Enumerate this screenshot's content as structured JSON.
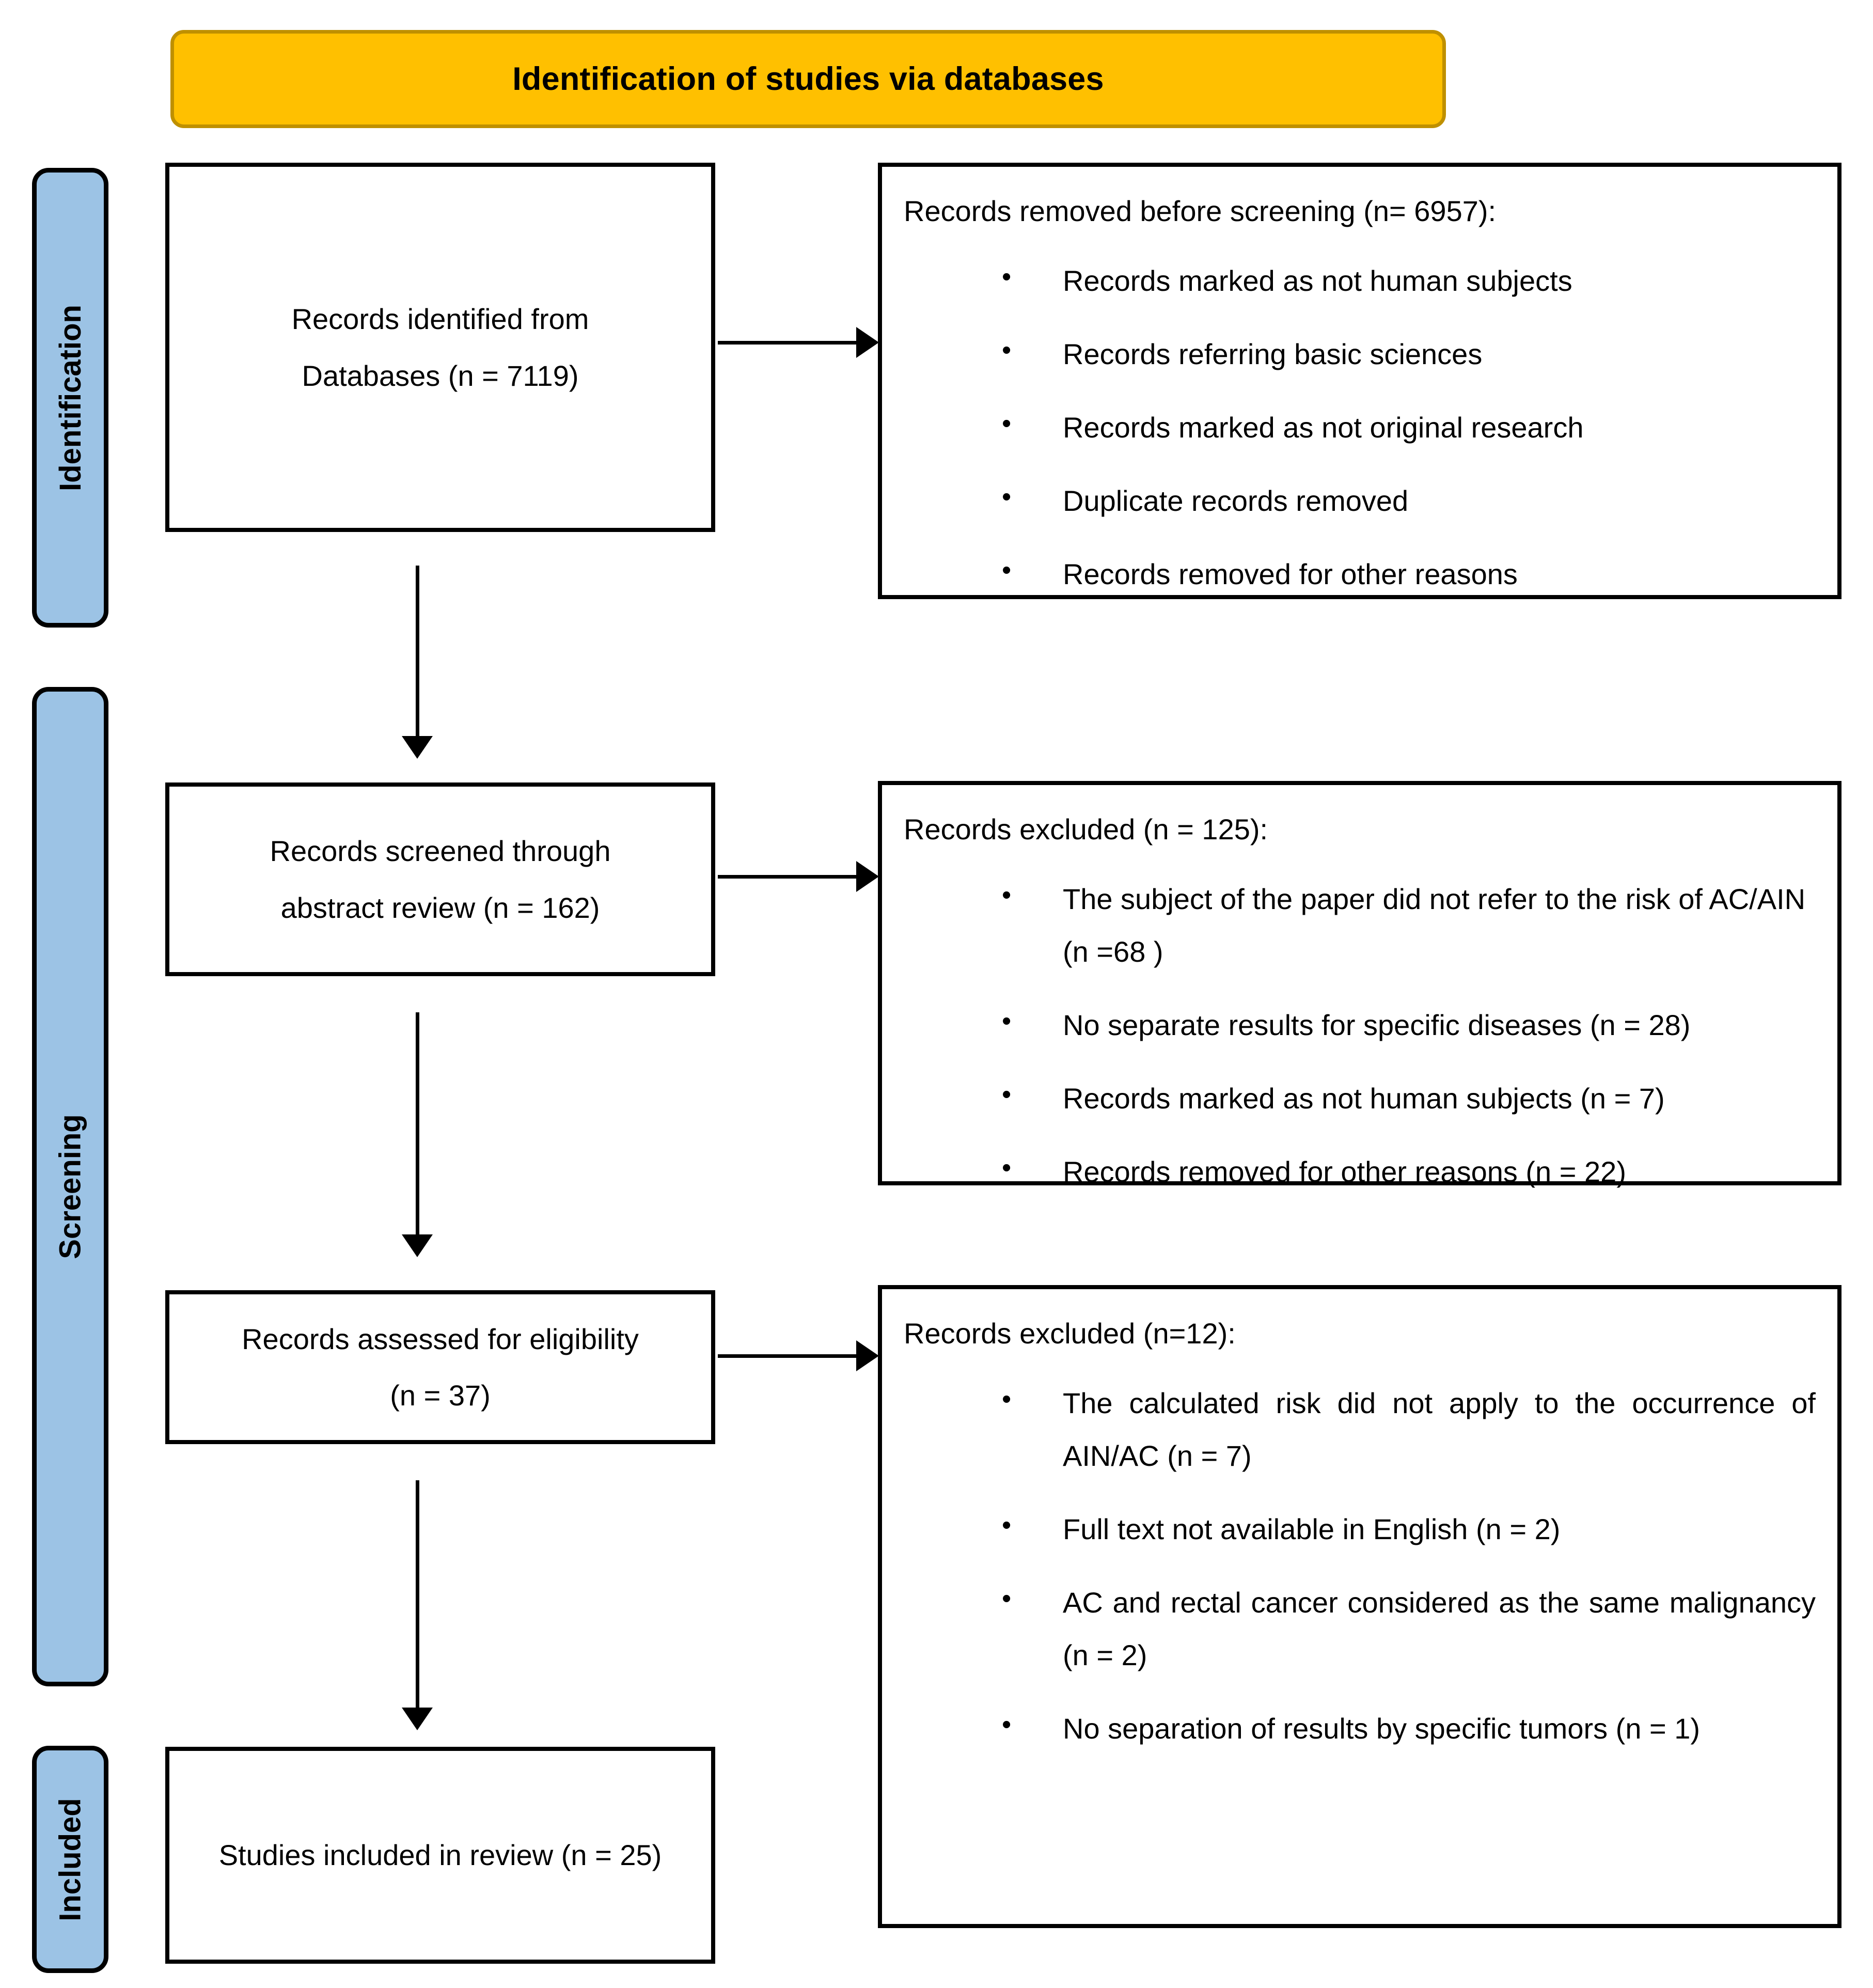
{
  "banner": {
    "title": "Identification of studies via databases",
    "fill_color": "#FFC000",
    "border_color": "#BF9000"
  },
  "stages": {
    "fill_color": "#9CC3E5",
    "identification": "Identification",
    "screening": "Screening",
    "included": "Included"
  },
  "boxes": {
    "identified": {
      "line1": "Records identified from",
      "line2": "Databases (n = 7119)"
    },
    "removed": {
      "heading": "Records removed before screening (n= 6957):",
      "bullets": [
        "Records marked as not human subjects",
        "Records referring basic sciences",
        "Records marked as not original research",
        "Duplicate records removed",
        "Records removed for other reasons"
      ]
    },
    "screened": {
      "line1": "Records screened through",
      "line2": "abstract review (n = 162)"
    },
    "excluded_125": {
      "heading": "Records excluded (n = 125):",
      "bullets": [
        "The subject of the paper did not refer to the risk of AC/AIN (n =68 )",
        "No separate results for specific diseases (n = 28)",
        "Records marked as not human subjects (n = 7)",
        "Records removed for other reasons (n = 22)"
      ]
    },
    "eligibility": {
      "line1": "Records assessed for eligibility",
      "line2": "(n = 37)"
    },
    "excluded_12": {
      "heading": "Records excluded (n=12):",
      "bullets": [
        "The calculated risk did not apply to the occurrence of AIN/AC (n = 7)",
        "Full text not available in English (n = 2)",
        "AC and rectal cancer considered as the same malignancy (n = 2)",
        "No separation of results by specific tumors (n = 1)"
      ]
    },
    "included": {
      "line1": "Studies included in review (n = 25)"
    }
  }
}
